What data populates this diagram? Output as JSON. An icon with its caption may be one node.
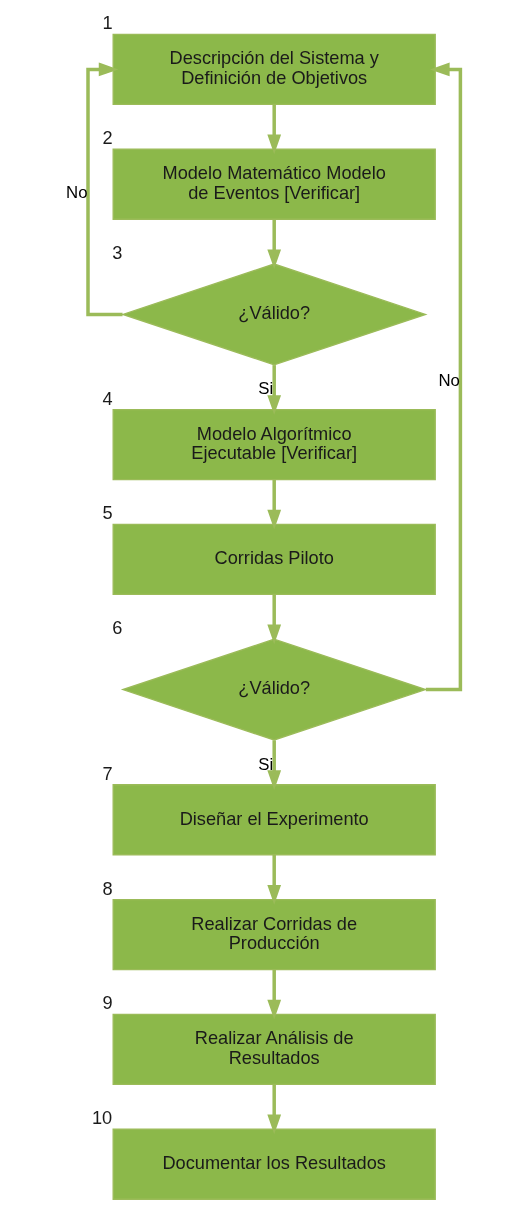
{
  "diagram": {
    "nodes": [
      {
        "text": [
          "Descripción del Sistema y Definición de Objetivos"
        ],
        "beside": [
          "1"
        ]
      },
      {
        "text": [
          "Modelo Matemático Modelo de Eventos [Verificar]"
        ],
        "beside": [
          "2"
        ]
      },
      {
        "text": [
          "¿Válido?"
        ],
        "beside": [
          "3"
        ]
      },
      {
        "text": [
          "Modelo Algorítmico Ejecutable [Verificar]"
        ],
        "beside": [
          "4"
        ]
      },
      {
        "text": [
          "Corridas Piloto"
        ],
        "beside": [
          "5"
        ]
      },
      {
        "text": [
          "¿Válido?"
        ],
        "beside": [
          "6"
        ]
      },
      {
        "text": [
          "Diseñar el Experimento"
        ],
        "beside": [
          "7"
        ]
      },
      {
        "text": [
          "Realizar Corridas de Producción"
        ],
        "beside": [
          "8"
        ]
      },
      {
        "text": [
          "Realizar Análisis de Resultados"
        ],
        "beside": [
          "9"
        ]
      },
      {
        "text": [
          "Documentar los Resultados"
        ],
        "beside": [
          "10"
        ]
      }
    ],
    "edges": [
      {
        "from": 0,
        "to": 1,
        "arrow": "to"
      },
      {
        "from": 1,
        "to": 2,
        "arrow": "to"
      },
      {
        "from": 2,
        "to": 3,
        "arrow": "to",
        "label": "Si"
      },
      {
        "from": 2,
        "to": 0,
        "arrow": "to",
        "label": "No"
      },
      {
        "from": 3,
        "to": 4,
        "arrow": "to"
      },
      {
        "from": 4,
        "to": 5,
        "arrow": "to"
      },
      {
        "from": 5,
        "to": 6,
        "arrow": "to",
        "label": "Si"
      },
      {
        "from": 5,
        "to": 0,
        "arrow": "to",
        "label": "No"
      },
      {
        "from": 6,
        "to": 7,
        "arrow": "to"
      },
      {
        "from": 7,
        "to": 8,
        "arrow": "to"
      },
      {
        "from": 8,
        "to": 9,
        "arrow": "to"
      }
    ]
  }
}
